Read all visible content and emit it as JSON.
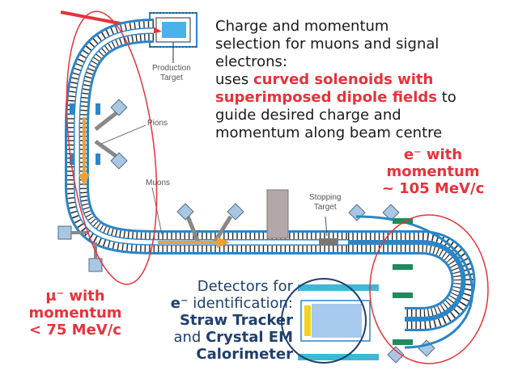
{
  "labels": {
    "production_target": [
      "Production",
      "Target"
    ],
    "pions": "Pions",
    "muons": "Muons",
    "stopping_target": [
      "Stopping",
      "Target"
    ]
  },
  "description": {
    "line1": "Charge and momentum",
    "line2": "selection for muons and signal",
    "line3": "electrons:",
    "line4a": "uses ",
    "line4b": "curved solenoids with",
    "line5": "superimposed dipole fields",
    "line5b": " to",
    "line6a": "guide ",
    "line6b": "desired charge and",
    "line7a": "momentum",
    "line7b": " along beam centre"
  },
  "electron_note": {
    "line1": "e⁻ with",
    "line2": "momentum",
    "line3": "~ 105 MeV/c"
  },
  "muon_note": {
    "line1": "μ⁻ with",
    "line2": "momentum",
    "line3": "< 75 MeV/c"
  },
  "detectors_note": {
    "line1": "Detectors for",
    "line2a": "e⁻",
    "line2b": " identification:",
    "line3": "Straw Tracker",
    "line4a": "and ",
    "line4b": "Crystal EM",
    "line5": "Calorimeter"
  },
  "colors": {
    "accent_red": "#e8323a",
    "navy": "#1f3f6e",
    "solenoid_blue": "#2a86c8",
    "arrow_orange": "#f0a030",
    "coil_green": "#1f8a5b"
  }
}
